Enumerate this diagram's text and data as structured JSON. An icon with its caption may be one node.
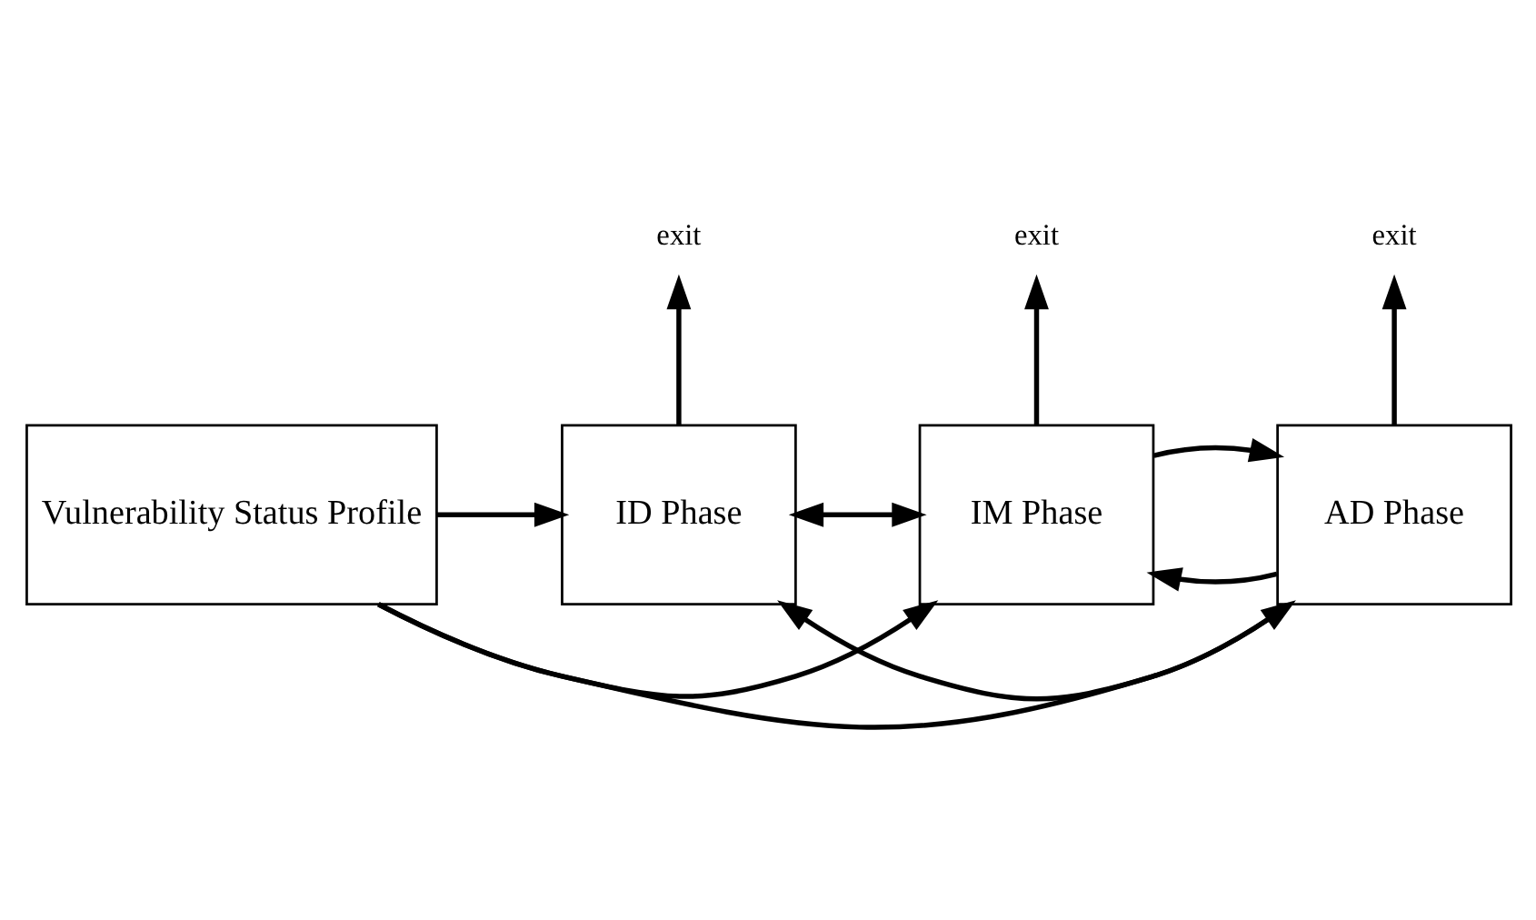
{
  "diagram": {
    "nodes": [
      {
        "text": [
          "Vulnerability Status Profile"
        ]
      },
      {
        "text": [
          "ID Phase"
        ]
      },
      {
        "text": [
          "IM Phase"
        ]
      },
      {
        "text": [
          "AD Phase"
        ]
      },
      {
        "text": [
          "exit"
        ]
      },
      {
        "text": [
          "exit"
        ]
      },
      {
        "text": [
          "exit"
        ]
      }
    ],
    "edges": [
      {
        "from": 0,
        "to": 1,
        "arrow": "to"
      },
      {
        "from": 1,
        "to": 2,
        "arrow": "both"
      },
      {
        "from": 2,
        "to": 3,
        "arrow": "to"
      },
      {
        "from": 1,
        "to": 4,
        "arrow": "to"
      },
      {
        "from": 2,
        "to": 5,
        "arrow": "to"
      },
      {
        "from": 3,
        "to": 6,
        "arrow": "to"
      },
      {
        "from": 0,
        "to": 2,
        "arrow": "to"
      },
      {
        "from": 0,
        "to": 3,
        "arrow": "to"
      },
      {
        "from": 3,
        "to": 2,
        "arrow": "to"
      },
      {
        "from": 3,
        "to": 1,
        "arrow": "to"
      }
    ]
  }
}
